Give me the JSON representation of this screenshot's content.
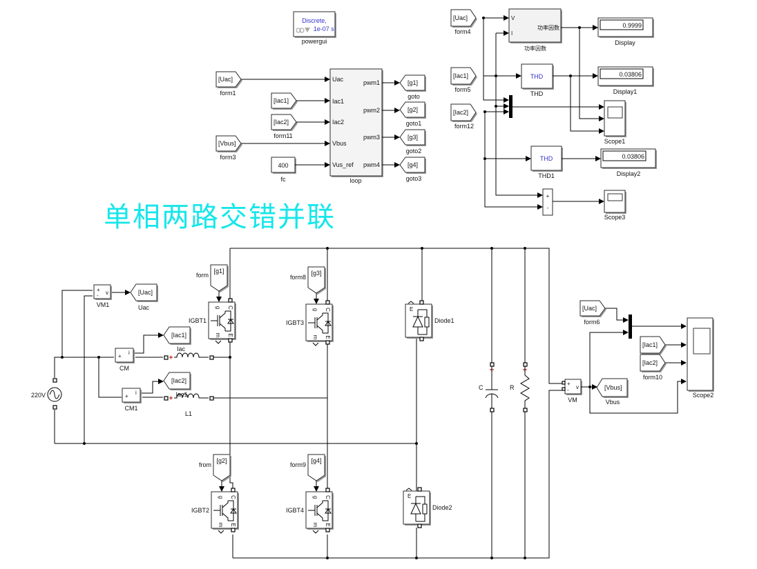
{
  "title": "单相两路交错并联",
  "powergui": {
    "line1": "Discrete,",
    "line2": "1e-07 s.",
    "name": "powergui"
  },
  "loop": {
    "name": "loop",
    "inputs": [
      "Uac",
      "Iac1",
      "Iac2",
      "Vbus",
      "Vus_ref"
    ],
    "outputs": [
      "pwm1",
      "pwm2",
      "pwm3",
      "pwm4"
    ]
  },
  "loop_sources": [
    {
      "tag": "[Uac]",
      "name": "form1"
    },
    {
      "tag": "[Iac1]",
      "name": ""
    },
    {
      "tag": "[Iac2]",
      "name": "form11"
    },
    {
      "tag": "[Vbus]",
      "name": "form3"
    }
  ],
  "fc": {
    "value": "400",
    "name": "fc"
  },
  "gotos": [
    {
      "tag": "[g1]",
      "name": "goto"
    },
    {
      "tag": "[g2]",
      "name": "goto1"
    },
    {
      "tag": "[g3]",
      "name": "goto2"
    },
    {
      "tag": "[g4]",
      "name": "goto3"
    }
  ],
  "measure": {
    "froms": [
      {
        "tag": "[Uac]",
        "name": "form4"
      },
      {
        "tag": "[Iac1]",
        "name": "form5"
      },
      {
        "tag": "[Iac2]",
        "name": "form12"
      }
    ],
    "pf_block": {
      "in_v": "V",
      "in_i": "I",
      "out": "功率因数",
      "name": "功率因数"
    },
    "thd_block": {
      "text": "THD",
      "name": "THD"
    },
    "thd1_block": {
      "text": "THD",
      "name": "THD1"
    },
    "displays": [
      {
        "value": "0.9999",
        "name": "Display"
      },
      {
        "value": "0.03806",
        "name": "Display1"
      },
      {
        "value": "0.03806",
        "name": "Display2"
      }
    ],
    "scope1": "Scope1",
    "scope3": "Scope3",
    "sum_signs": [
      "+",
      "-"
    ]
  },
  "circuit": {
    "source": {
      "label": "220V"
    },
    "vm1": {
      "name": "VM1",
      "plus": "+",
      "minus": "-",
      "out": "v"
    },
    "uac_goto": {
      "tag": "[Uac]",
      "name": "Uac"
    },
    "cm": {
      "name": "CM",
      "out": "i"
    },
    "cm1": {
      "name": "CM1",
      "out": "i"
    },
    "iac1_goto": {
      "tag": "[Iac1]"
    },
    "iac2_goto": {
      "tag": "[Iac2]"
    },
    "inductor1": {
      "name": "Iac"
    },
    "inductor2": {
      "name": "L1",
      "overlap_label": "Iac1"
    },
    "igbts": [
      {
        "name": "IGBT1",
        "from_tag": "[g1]",
        "from_name": "form"
      },
      {
        "name": "IGBT3",
        "from_tag": "[g3]",
        "from_name": "form8"
      },
      {
        "name": "IGBT2",
        "from_tag": "[g2]",
        "from_name": "from"
      },
      {
        "name": "IGBT4",
        "from_tag": "[g4]",
        "from_name": "form9"
      }
    ],
    "igbt_ports": {
      "g": "g",
      "c": "C",
      "e": "E",
      "m": "m"
    },
    "diodes": [
      {
        "name": "Diode1"
      },
      {
        "name": "Diode2"
      }
    ],
    "diode_port": "E",
    "capacitor": {
      "name": "C"
    },
    "resistor": {
      "name": "R"
    },
    "vm": {
      "name": "VM",
      "out": "v"
    },
    "vbus_goto": {
      "tag": "[Vbus]",
      "name": "Vbus"
    },
    "form6": {
      "tag": "[Uac]",
      "name": "form6"
    },
    "form10": [
      {
        "tag": "[Iac1]"
      },
      {
        "tag": "[Iac2]",
        "name": "form10"
      }
    ],
    "scope2": "Scope2"
  }
}
